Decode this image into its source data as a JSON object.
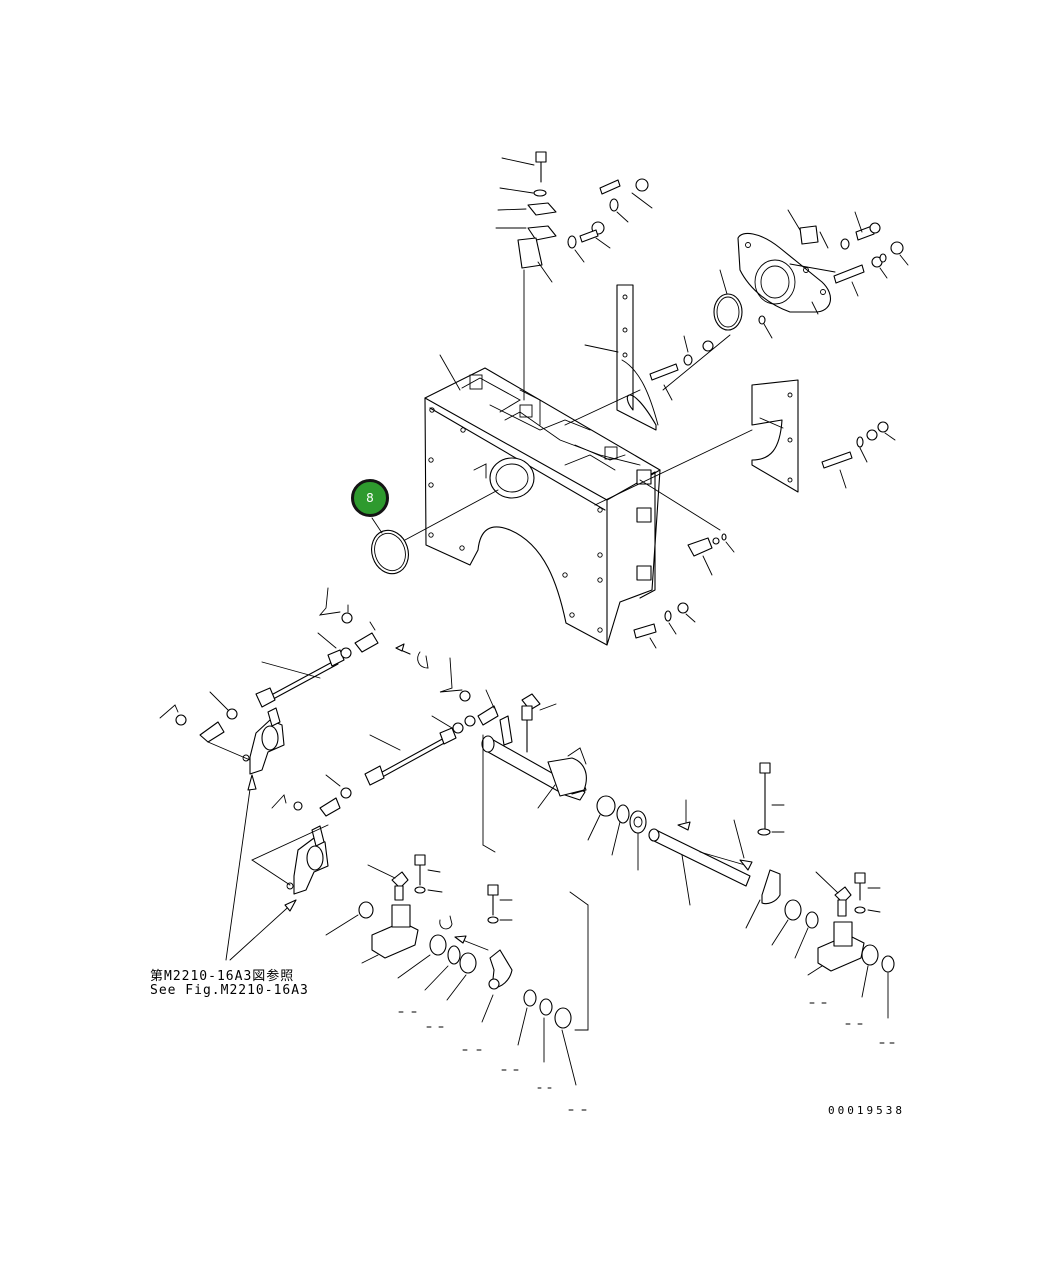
{
  "diagram": {
    "reference_note_jp": "第M2210-16A3図参照",
    "reference_note_en": "See Fig.M2210-16A3",
    "drawing_number": "00019538",
    "highlighted_callout": {
      "label": "8",
      "color": "#2e9a2e",
      "outline_color": "#141414"
    },
    "line_color": "#000000",
    "background_color": "#ffffff"
  }
}
